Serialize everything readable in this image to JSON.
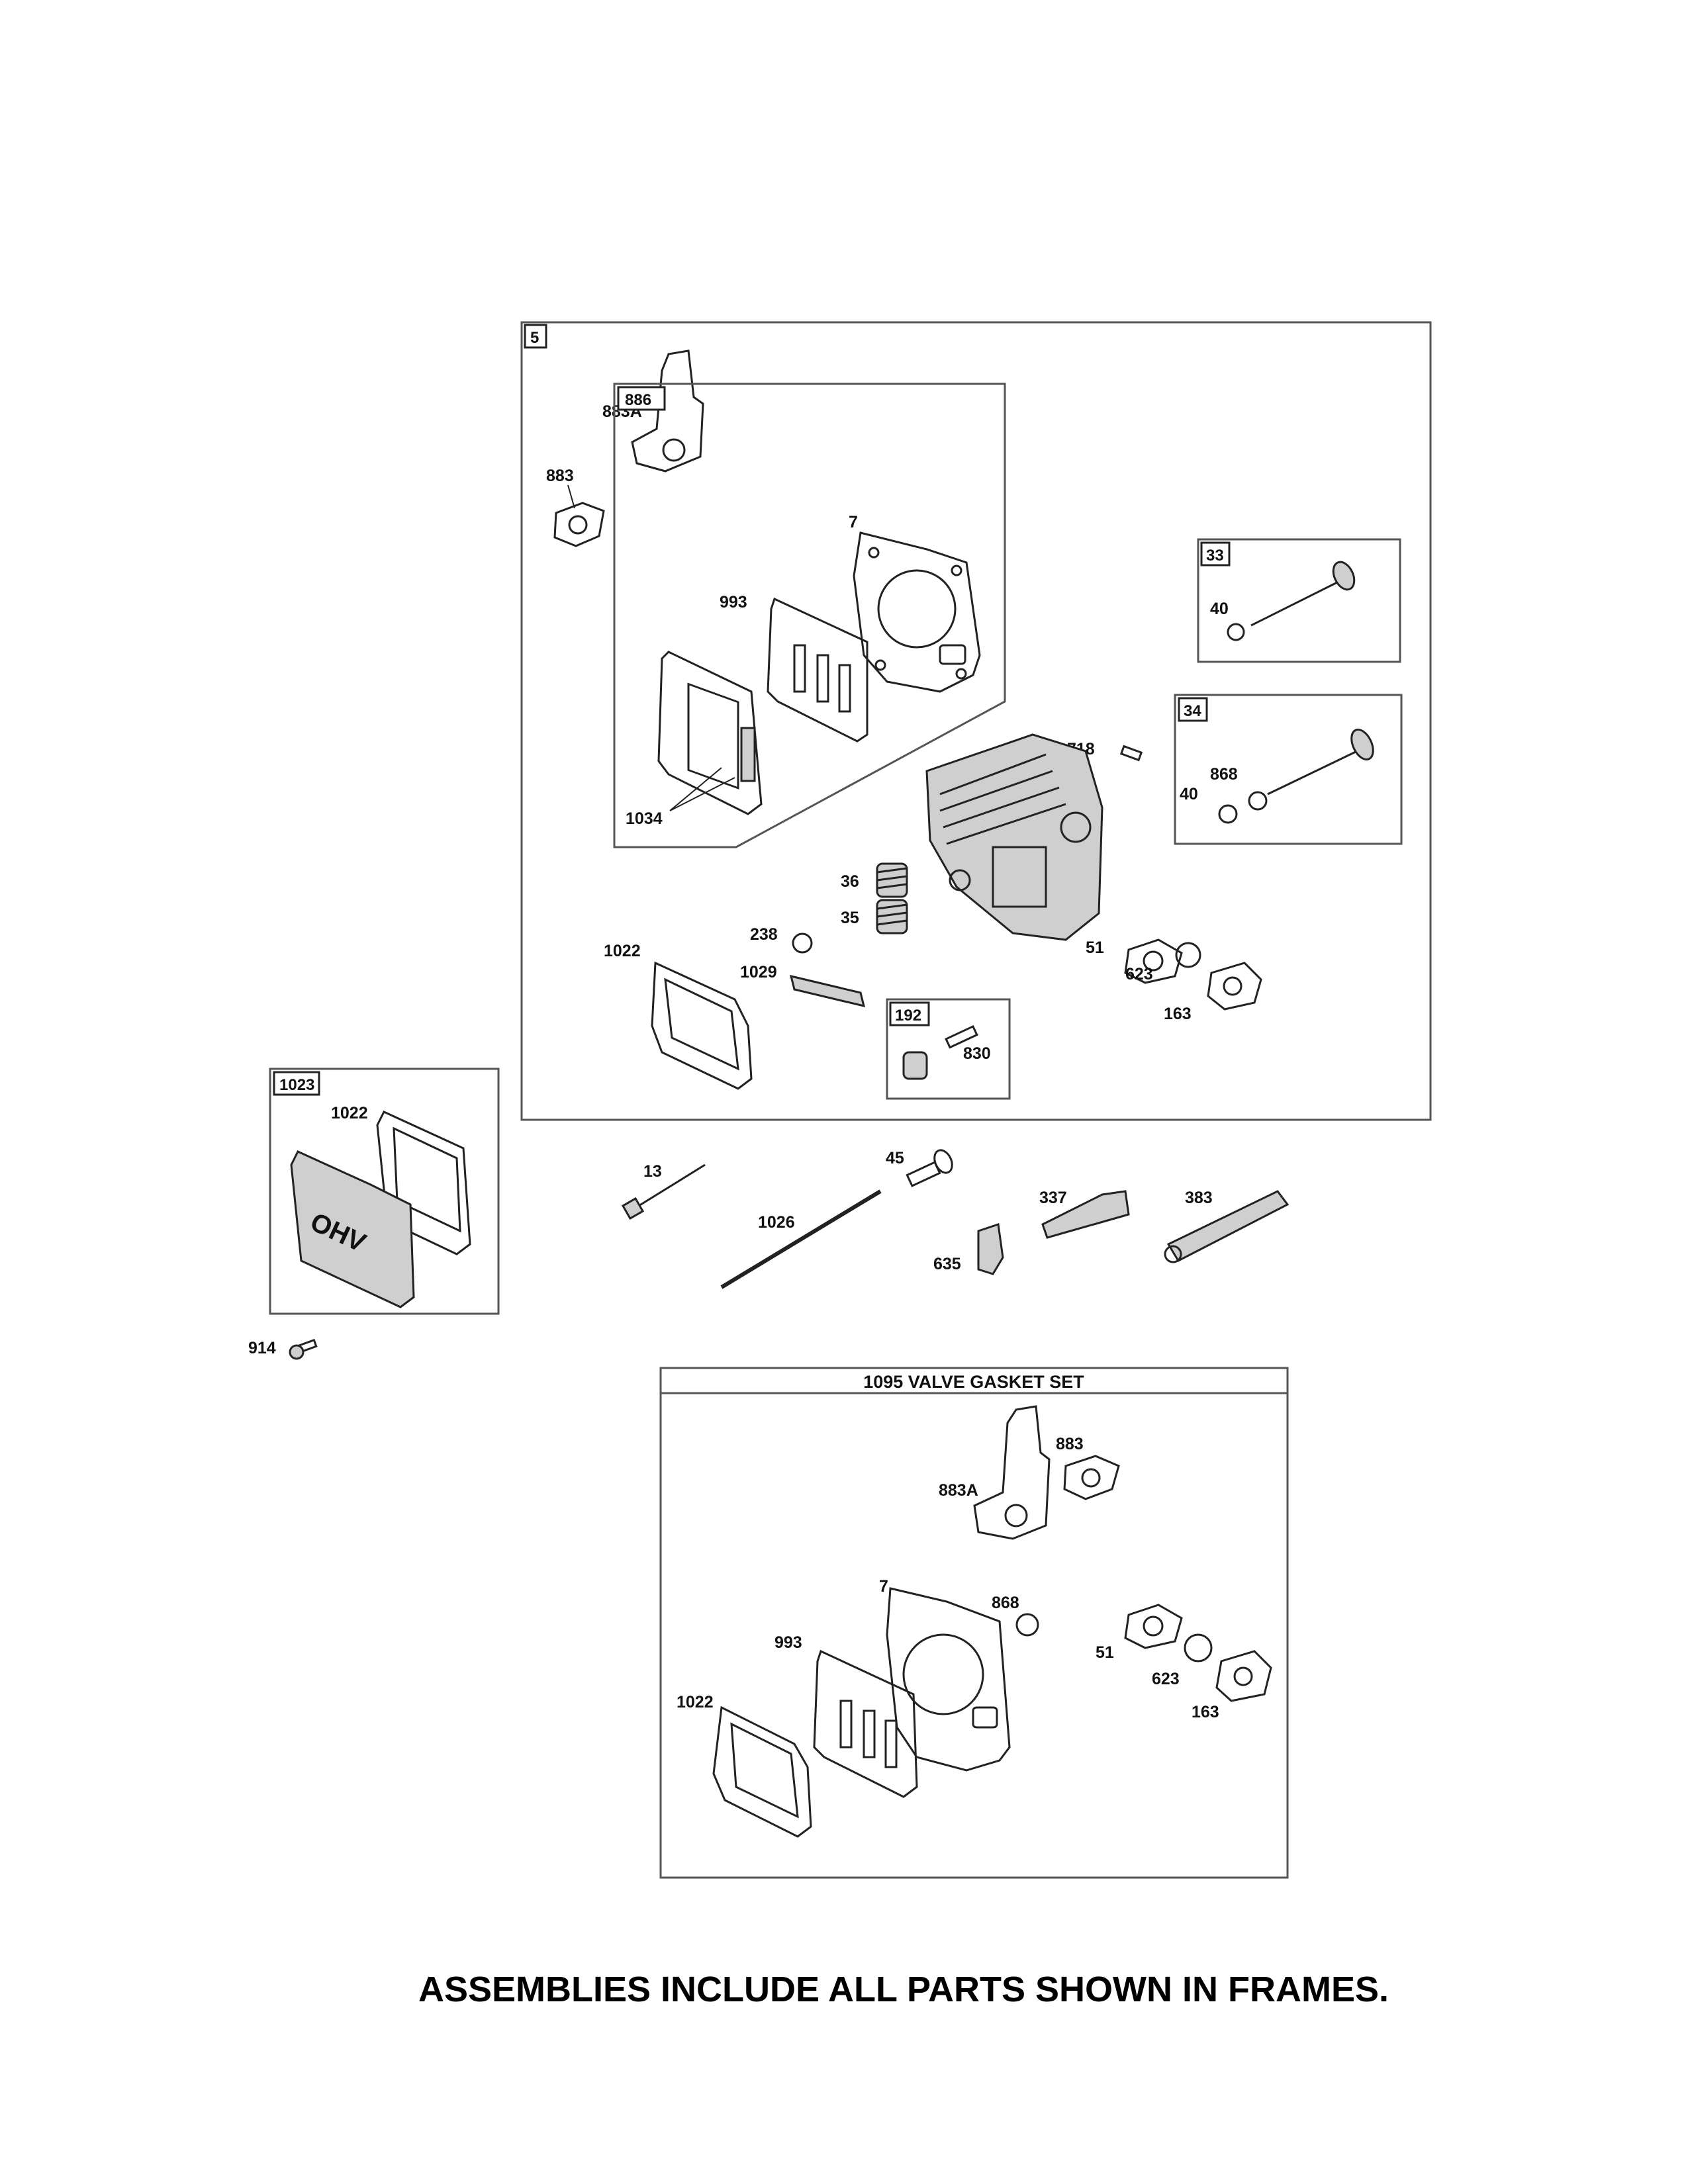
{
  "frames": {
    "main": "5",
    "head_gasket": "886",
    "intake_valve": "33",
    "exhaust_valve": "34",
    "breather": "192",
    "valve_cover": "1023",
    "gasket_set": "1095 VALVE GASKET SET"
  },
  "labels": {
    "p883a": "883A",
    "p883": "883",
    "p7": "7",
    "p993": "993",
    "p1034": "1034",
    "p40a": "40",
    "p40b": "40",
    "p868": "868",
    "p718": "718",
    "p36": "36",
    "p35": "35",
    "p238": "238",
    "p1022": "1022",
    "p1029": "1029",
    "p51": "51",
    "p623": "623",
    "p163": "163",
    "p830": "830",
    "c1022": "1022",
    "p914": "914",
    "p13": "13",
    "p1026": "1026",
    "p45": "45",
    "p635": "635",
    "p337": "337",
    "p383": "383",
    "s883a": "883A",
    "s883": "883",
    "s7": "7",
    "s868": "868",
    "s993": "993",
    "s1022": "1022",
    "s51": "51",
    "s623": "623",
    "s163": "163"
  },
  "cover_emboss": "OHV",
  "footer": "ASSEMBLIES INCLUDE ALL PARTS SHOWN IN FRAMES."
}
